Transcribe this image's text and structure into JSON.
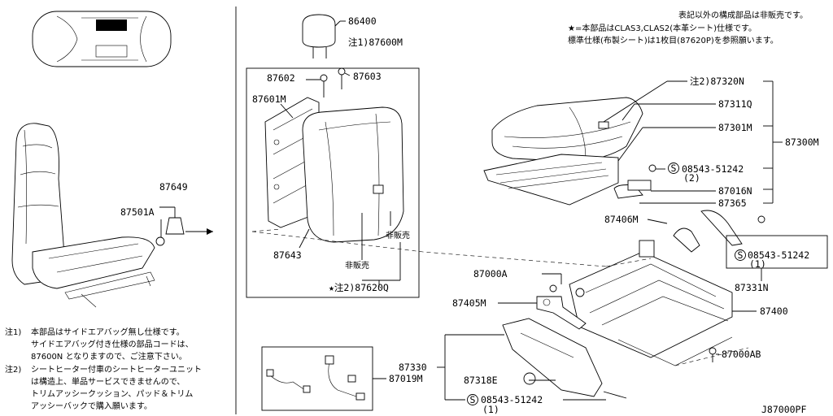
{
  "notes_top": [
    "表記以外の構成部品は非販売です。",
    "★=本部品はCLAS3,CLAS2(本革シート)仕様です。",
    "標準仕様(布製シート)は1枚目(87620P)を参照願います。"
  ],
  "notes_left": [
    {
      "mark": "注1)",
      "lines": [
        "本部品はサイドエアバッグ無し仕様です。",
        "サイドエアバッグ付き仕様の部品コードは、",
        "87600N となりますので、ご注意下さい。"
      ]
    },
    {
      "mark": "注2)",
      "lines": [
        "シートヒーター付車のシートヒーターユニット",
        "は構造上、単品サービスできませんので、",
        "トリムアッシークッション、パッド＆トリム",
        "アッシーバックで購入願います。"
      ]
    }
  ],
  "labels": {
    "p86400": "86400",
    "p87600m": "注1)87600M",
    "p87602": "87602",
    "p87603": "87603",
    "p87601m": "87601M",
    "p87643": "87643",
    "hihanbai1": "非販売",
    "hihanbai2": "非販売",
    "p87620q": "★注2)87620Q",
    "p87649": "87649",
    "p87501a": "87501A",
    "p87320n": "注2)87320N",
    "p87311q": "87311Q",
    "p87301m": "87301M",
    "p87300m": "87300M",
    "p08543a": "08543-51242",
    "q2": "(2)",
    "p87016n": "87016N",
    "p87365": "87365",
    "p87406m": "87406M",
    "p08543b": "08543-51242",
    "q1a": "(1)",
    "p87331n": "87331N",
    "p87000a": "87000A",
    "p87405m": "87405M",
    "p87400": "87400",
    "p87000ab": "87000AB",
    "p87330": "87330",
    "p87019m": "87019M",
    "p87318e": "87318E",
    "p08543c": "08543-51242",
    "q1b": "(1)",
    "s_mark": "S",
    "diagram_id": "J87000PF"
  }
}
